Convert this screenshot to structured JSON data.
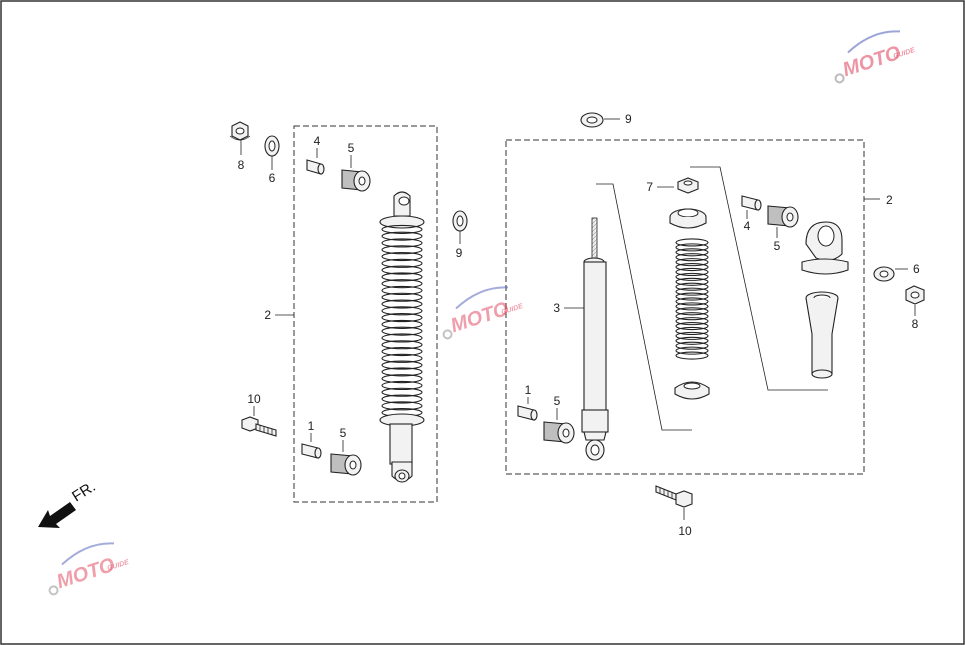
{
  "direction_label": "FR.",
  "watermark": {
    "brand": "MOTO",
    "sub": "GUIDE",
    "colors": {
      "brand": "#e0405a",
      "gear": "#7a7a7a",
      "swoosh": "#4a5ab8"
    }
  },
  "callouts": {
    "left": [
      {
        "id": "8",
        "text": "8"
      },
      {
        "id": "6",
        "text": "6"
      },
      {
        "id": "4",
        "text": "4"
      },
      {
        "id": "5a",
        "text": "5"
      },
      {
        "id": "9",
        "text": "9"
      },
      {
        "id": "2",
        "text": "2"
      },
      {
        "id": "10",
        "text": "10"
      },
      {
        "id": "1",
        "text": "1"
      },
      {
        "id": "5b",
        "text": "5"
      }
    ],
    "right": [
      {
        "id": "9",
        "text": "9"
      },
      {
        "id": "7",
        "text": "7"
      },
      {
        "id": "2",
        "text": "2"
      },
      {
        "id": "4",
        "text": "4"
      },
      {
        "id": "5a",
        "text": "5"
      },
      {
        "id": "6",
        "text": "6"
      },
      {
        "id": "8",
        "text": "8"
      },
      {
        "id": "3",
        "text": "3"
      },
      {
        "id": "1",
        "text": "1"
      },
      {
        "id": "5b",
        "text": "5"
      },
      {
        "id": "10",
        "text": "10"
      }
    ]
  },
  "colors": {
    "line": "#222222",
    "background": "#ffffff",
    "frame": "#333333"
  }
}
